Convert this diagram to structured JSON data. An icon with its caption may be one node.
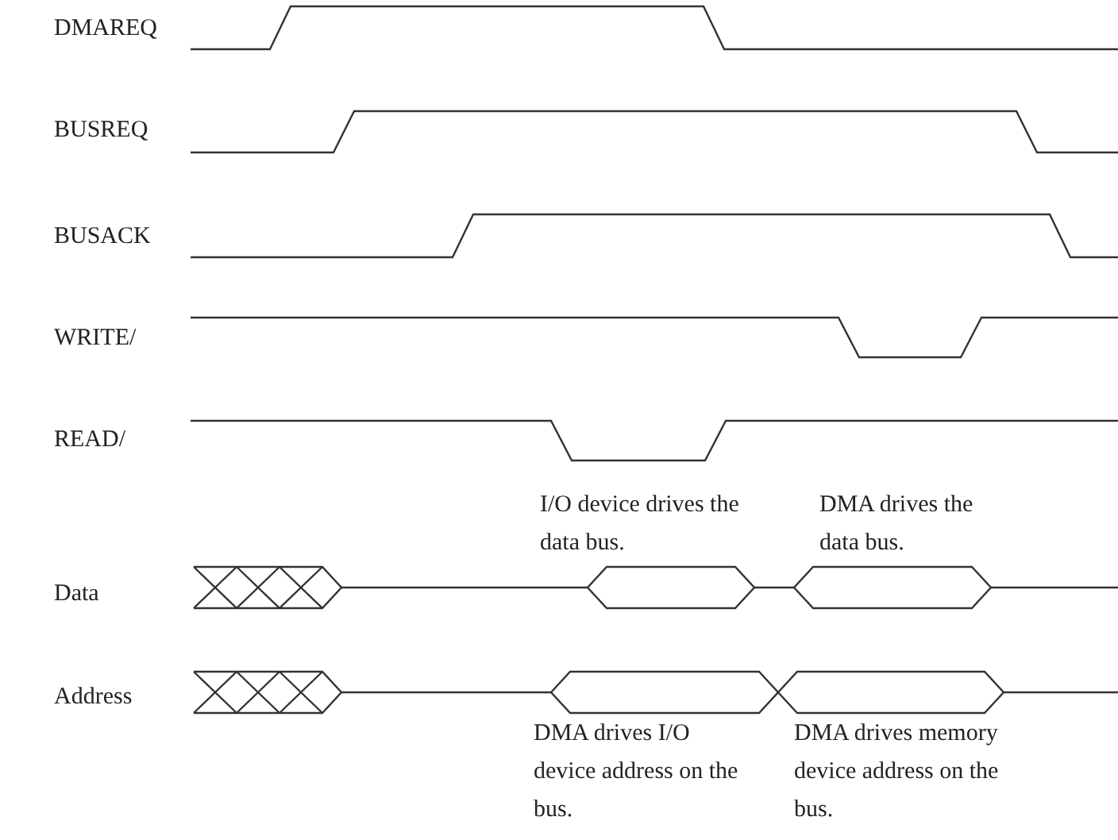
{
  "diagram": {
    "labels": [
      "DMAREQ",
      "BUSREQ",
      "BUSACK",
      "WRITE/",
      "READ/",
      "I/O device drives the data bus.",
      "DMA drives the data bus.",
      "Data",
      "Address",
      "DMA drives I/O device address on the bus.",
      "DMA drives memory device address on the bus."
    ]
  }
}
